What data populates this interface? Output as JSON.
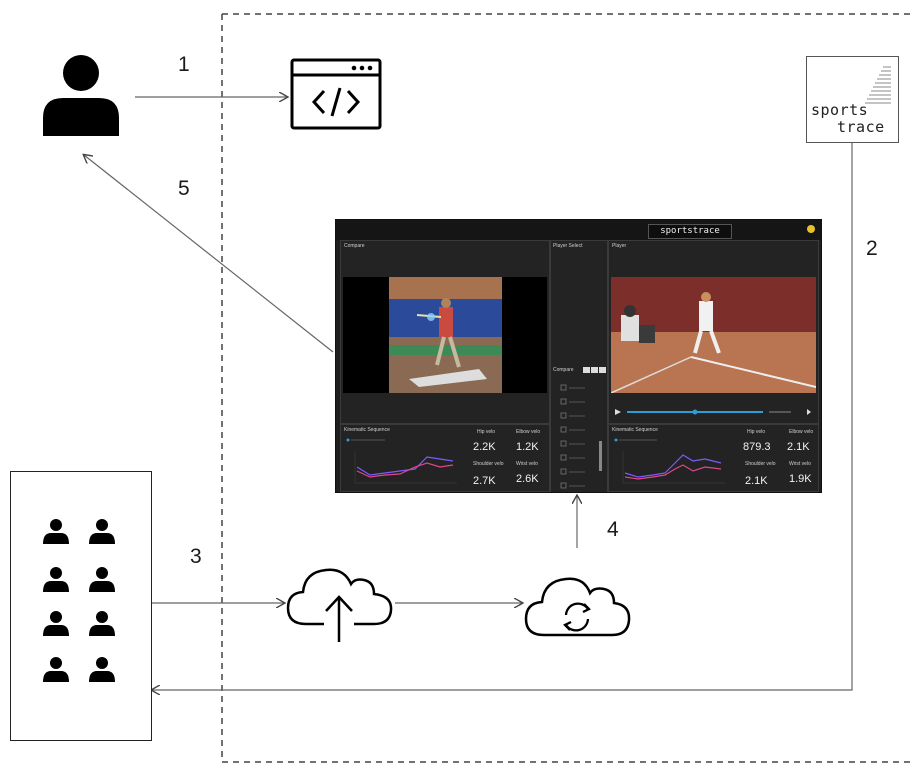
{
  "steps": [
    "1",
    "2",
    "3",
    "4",
    "5"
  ],
  "logo": {
    "line1": "sports",
    "line2": "trace"
  },
  "icons": {
    "user": "user-icon",
    "code": "code-window-icon",
    "group": "user-group-icon",
    "upload": "cloud-upload-icon",
    "sync": "cloud-sync-icon"
  },
  "dashboard": {
    "brand": "sportstrace",
    "compare_title": "Compare",
    "player_select_title": "Player Select",
    "player_title": "Player",
    "compare_list_title": "Compare",
    "left": {
      "kinematic_title": "Kinematic Sequence",
      "metrics": [
        {
          "label": "Hip velo",
          "value": "2.2K"
        },
        {
          "label": "Elbow velo",
          "value": "1.2K"
        },
        {
          "label": "Shoulder velo",
          "value": "2.7K"
        },
        {
          "label": "Wrist velo",
          "value": "2.6K"
        }
      ]
    },
    "right": {
      "kinematic_title": "Kinematic Sequence",
      "metrics": [
        {
          "label": "Hip velo",
          "value": "879.3"
        },
        {
          "label": "Elbow velo",
          "value": "2.1K"
        },
        {
          "label": "Shoulder velo",
          "value": "2.1K"
        },
        {
          "label": "Wrist velo",
          "value": "1.9K"
        }
      ]
    }
  },
  "colors": {
    "line": "#666666",
    "dash_bg": "#1f1f1f",
    "accent": "#2d9cdb",
    "series_a": "#7a5cff",
    "series_b": "#e0468a"
  }
}
